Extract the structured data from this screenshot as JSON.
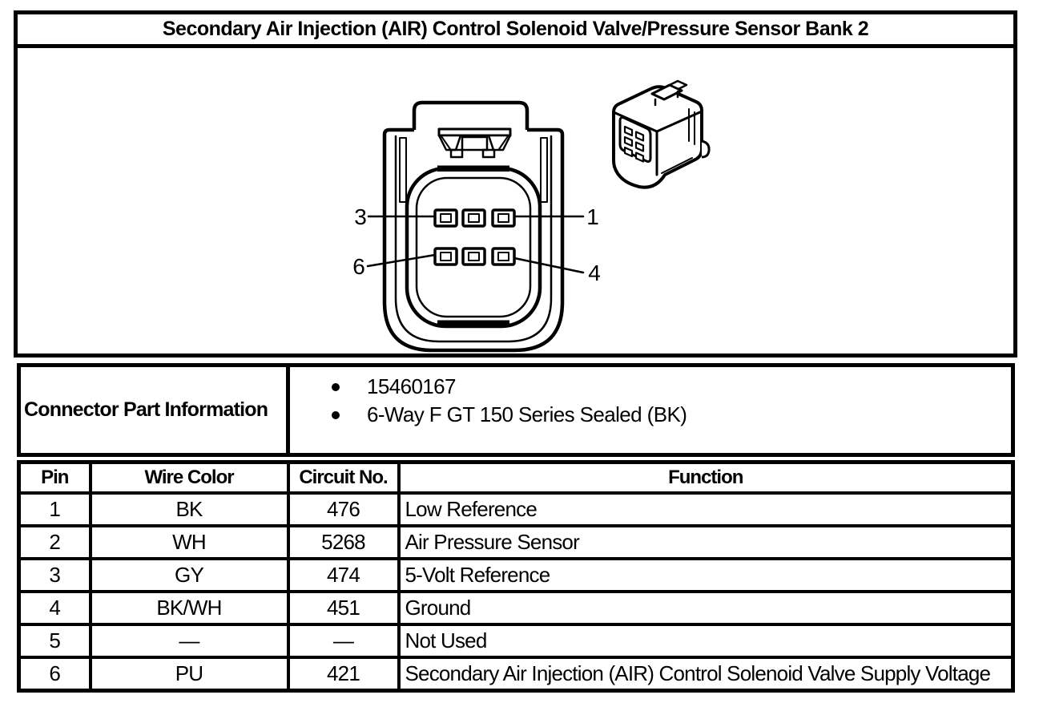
{
  "title": "Secondary Air Injection (AIR) Control Solenoid Valve/Pressure Sensor Bank 2",
  "connector_diagram": {
    "pin_labels": {
      "left_top": "3",
      "left_bottom": "6",
      "right_top": "1",
      "right_bottom": "4"
    }
  },
  "connector_part_information": {
    "label": "Connector Part Information",
    "bullets": [
      "15460167",
      "6-Way F GT 150 Series Sealed (BK)"
    ]
  },
  "pin_table": {
    "headers": [
      "Pin",
      "Wire Color",
      "Circuit No.",
      "Function"
    ],
    "rows": [
      [
        "1",
        "BK",
        "476",
        "Low Reference"
      ],
      [
        "2",
        "WH",
        "5268",
        "Air Pressure Sensor"
      ],
      [
        "3",
        "GY",
        "474",
        "5-Volt Reference"
      ],
      [
        "4",
        "BK/WH",
        "451",
        "Ground"
      ],
      [
        "5",
        "—",
        "—",
        "Not Used"
      ],
      [
        "6",
        "PU",
        "421",
        "Secondary Air Injection (AIR) Control Solenoid Valve Supply Voltage"
      ]
    ]
  },
  "colors": {
    "line": "#000000",
    "background": "#ffffff"
  }
}
